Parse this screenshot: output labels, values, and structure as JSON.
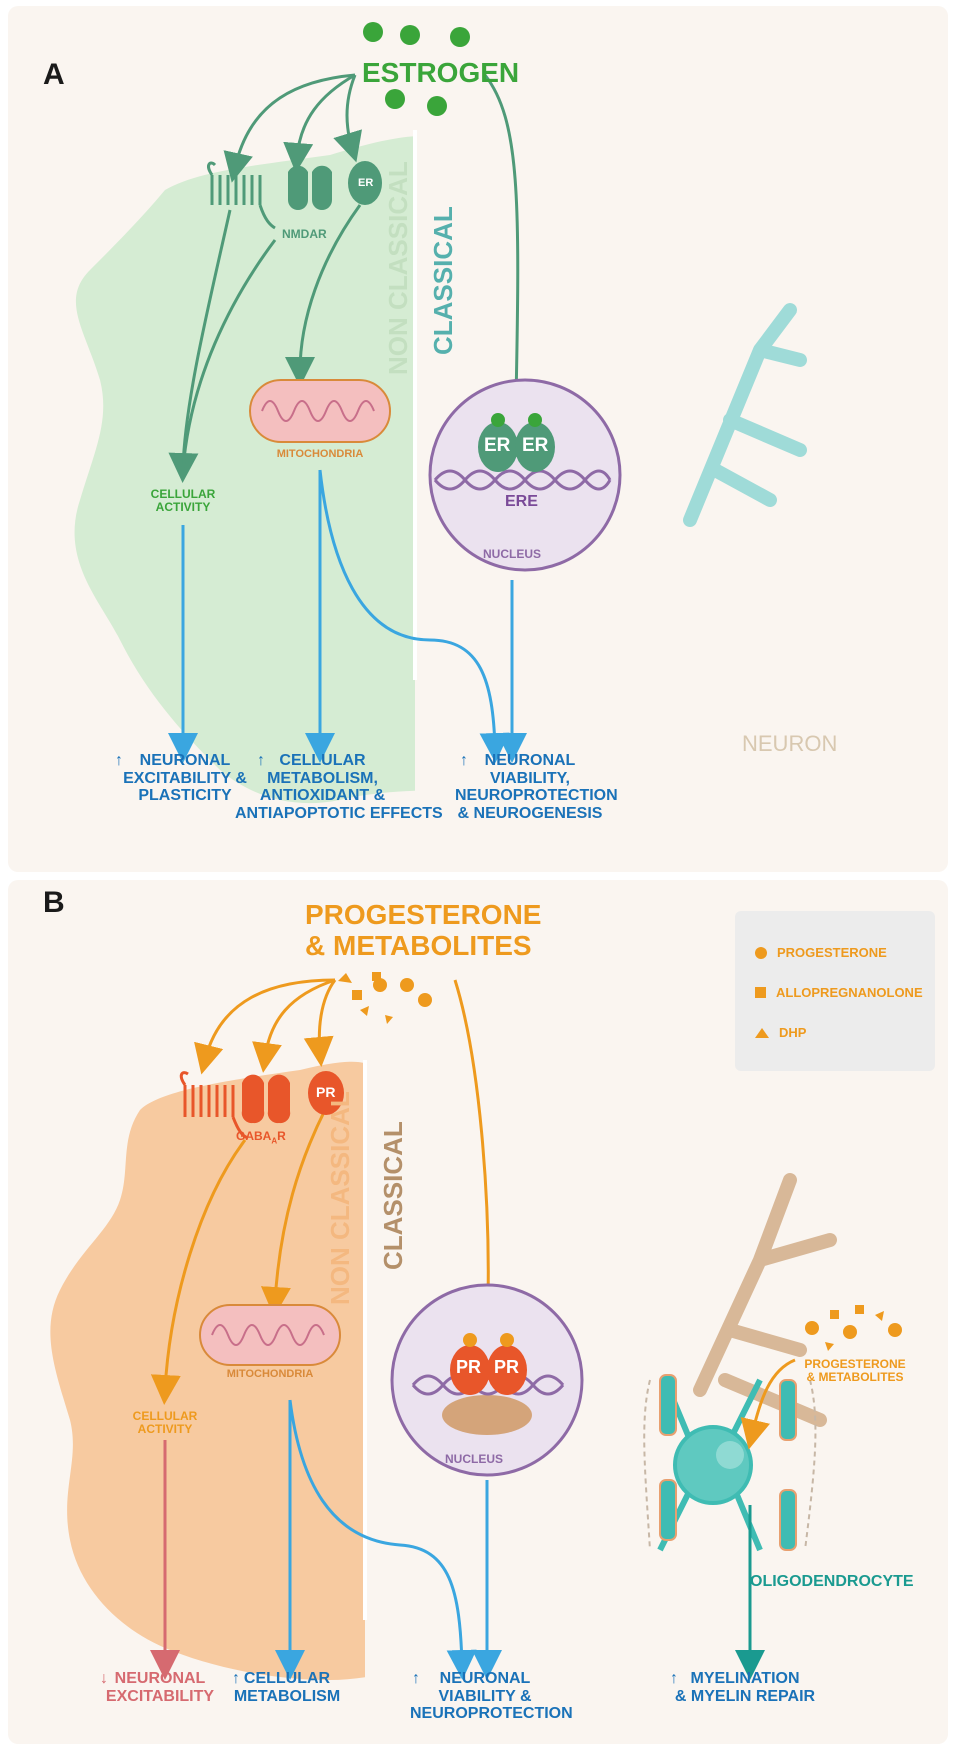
{
  "panelA": {
    "letter": "A",
    "hormone": "ESTROGEN",
    "receptors": {
      "nmdar": "NMDAR",
      "er": "ER"
    },
    "sections": {
      "non_classical": "NON CLASSICAL",
      "classical": "CLASSICAL"
    },
    "mitochondria": "MITOCHONDRIA",
    "cellular_activity": [
      "CELLULAR",
      "ACTIVITY"
    ],
    "nucleus": {
      "label": "NUCLEUS",
      "ere": "ERE",
      "dimer_left": "ER",
      "dimer_right": "ER"
    },
    "cell_label": "NEURON",
    "outcomes": [
      {
        "arrow": "↑",
        "lines": [
          "NEURONAL",
          "EXCITABILITY &",
          "PLASTICITY"
        ]
      },
      {
        "arrow": "↑",
        "lines": [
          "CELLULAR",
          "METABOLISM,",
          "ANTIOXIDANT &",
          "ANTIAPOPTOTIC EFFECTS"
        ]
      },
      {
        "arrow": "↑",
        "lines": [
          "NEURONAL",
          "VIABILITY,",
          "NEUROPROTECTION",
          "& NEUROGENESIS"
        ]
      }
    ]
  },
  "panelB": {
    "letter": "B",
    "hormone": [
      "PROGESTERONE",
      "& METABOLITES"
    ],
    "receptors": {
      "gabaa": "GABA",
      "gabaa_sub": "A",
      "gabaa_suffix": "R",
      "pr": "PR"
    },
    "sections": {
      "non_classical": "NON CLASSICAL",
      "classical": "CLASSICAL"
    },
    "mitochondria": "MITOCHONDRIA",
    "cellular_activity": [
      "CELLULAR",
      "ACTIVITY"
    ],
    "nucleus": {
      "label": "NUCLEUS",
      "dimer_left": "PR",
      "dimer_right": "PR"
    },
    "oligo_hormone": [
      "PROGESTERONE",
      "& METABOLITES"
    ],
    "oligo_label": "OLIGODENDROCYTE",
    "legend": [
      {
        "shape": "circle",
        "label": "PROGESTERONE"
      },
      {
        "shape": "square",
        "label": "ALLOPREGNANOLONE"
      },
      {
        "shape": "triangle",
        "label": "DHP"
      }
    ],
    "outcomes": [
      {
        "arrow": "↓",
        "lines": [
          "NEURONAL",
          "EXCITABILITY"
        ]
      },
      {
        "arrow": "↑",
        "lines": [
          "CELLULAR",
          "METABOLISM"
        ]
      },
      {
        "arrow": "↑",
        "lines": [
          "NEURONAL",
          "VIABILITY &",
          "NEUROPROTECTION"
        ]
      },
      {
        "arrow": "↑",
        "lines": [
          "MYELINATION",
          "& MYELIN REPAIR"
        ]
      }
    ]
  },
  "colors": {
    "estrogen_green": "#3aa53a",
    "receptor_green": "#4f9a78",
    "teal_cell": "#9fdbd8",
    "light_green_cell": "#d5ecd3",
    "blue_arrow": "#3aa6e0",
    "orange": "#ee9a1e",
    "red_receptor": "#e8562a",
    "orange_cell": "#f7caa0",
    "tan_cell": "#d8b898",
    "nucleus_fill": "#ebe2ef",
    "nucleus_stroke": "#8e6aa6",
    "oligo_teal": "#3fbcb3"
  }
}
